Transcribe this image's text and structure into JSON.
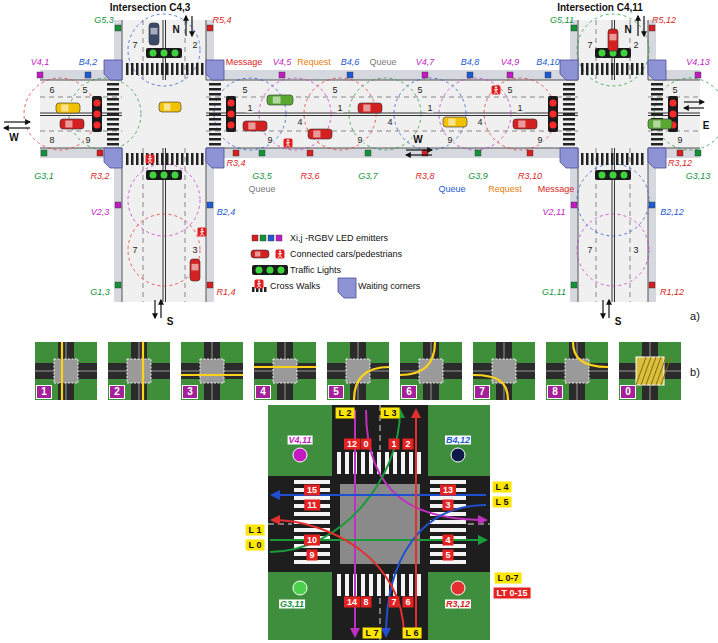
{
  "diagram": {
    "nodes": [
      {
        "text": [
          "1"
        ]
      },
      {
        "text": [
          "2"
        ]
      },
      {
        "text": [
          "3"
        ]
      },
      {
        "text": [
          "4"
        ]
      },
      {
        "text": [
          "5"
        ]
      },
      {
        "text": [
          "6"
        ]
      },
      {
        "text": [
          "7"
        ]
      },
      {
        "text": [
          "8"
        ]
      },
      {
        "text": [
          "0"
        ]
      },
      {
        "text": [
          "L 2"
        ]
      },
      {
        "text": [
          "L 3"
        ]
      },
      {
        "text": [
          "L 4"
        ]
      },
      {
        "text": [
          "L 5"
        ]
      },
      {
        "text": [
          "L 1"
        ]
      },
      {
        "text": [
          "L 0"
        ]
      },
      {
        "text": [
          "L 7"
        ]
      },
      {
        "text": [
          "L 6"
        ]
      },
      {
        "text": [
          "L 0-7"
        ]
      },
      {
        "text": [
          "LT 0-15"
        ]
      },
      {
        "text": [
          "12"
        ]
      },
      {
        "text": [
          "0"
        ]
      },
      {
        "text": [
          "1"
        ]
      },
      {
        "text": [
          "2"
        ]
      },
      {
        "text": [
          "13"
        ]
      },
      {
        "text": [
          "3"
        ]
      },
      {
        "text": [
          "4"
        ]
      },
      {
        "text": [
          "5"
        ]
      },
      {
        "text": [
          "14"
        ]
      },
      {
        "text": [
          "8"
        ]
      },
      {
        "text": [
          "7"
        ]
      },
      {
        "text": [
          "6"
        ]
      },
      {
        "text": [
          "15"
        ]
      },
      {
        "text": [
          "11"
        ]
      },
      {
        "text": [
          "10"
        ]
      },
      {
        "text": [
          "9"
        ]
      }
    ],
    "labels": [
      "Intersection C4,3",
      "Intersection C4,11",
      "N",
      "N",
      "W",
      "W",
      "E",
      "S",
      "S",
      "G5,3",
      "R5,4",
      "V4,1",
      "B4,2",
      "Message",
      "V4,5",
      "Request",
      "B4,6",
      "Queue",
      "V4,7",
      "B4,8",
      "V4,9",
      "B4,10",
      "G5,11",
      "R5,12",
      "V4,13",
      "G3,1",
      "R3,2",
      "R3,4",
      "G3,5",
      "Queue",
      "R3,6",
      "G3,7",
      "R3,8",
      "Queue",
      "G3,9",
      "Request",
      "R3,10",
      "Message",
      "R3,12",
      "G3,13",
      "V2,3",
      "B2,4",
      "G1,3",
      "R1,4",
      "V2,11",
      "B2,12",
      "G1,11",
      "R1,12",
      "a)",
      "b)",
      "V4,11",
      "B4,12",
      "G3,11",
      "R3,12",
      "6",
      "5",
      "5",
      "5",
      "5",
      "5",
      "5",
      "1",
      "1",
      "1",
      "1",
      "4",
      "4",
      "4",
      "8",
      "9",
      "9",
      "9",
      "9",
      "9",
      "9",
      "7",
      "2",
      "7",
      "3",
      "7",
      "2",
      "7",
      "3"
    ],
    "legend": [
      {
        "text": "Xi,j -RGBV LED emitters"
      },
      {
        "text": "Connected cars/pedestrians"
      },
      {
        "text": "Traffic Lights"
      },
      {
        "text": "Cross Walks"
      },
      {
        "text": "Waiting corners"
      }
    ]
  }
}
